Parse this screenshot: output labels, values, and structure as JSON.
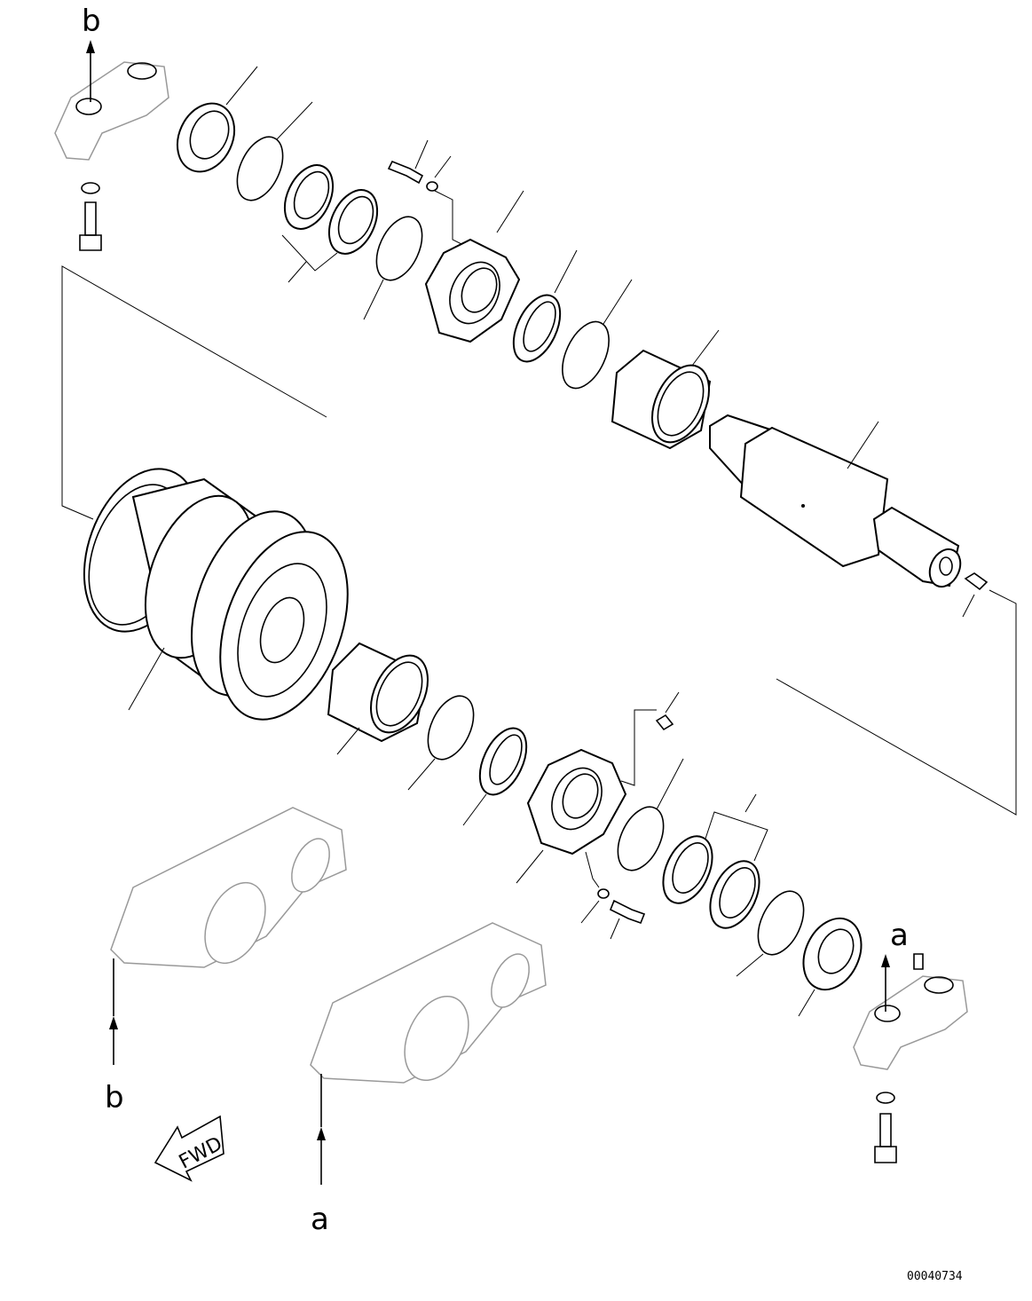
{
  "labels": {
    "ref_b": "b",
    "ref_a": "a",
    "fwd": "FWD",
    "drawing_number": "00040734"
  }
}
